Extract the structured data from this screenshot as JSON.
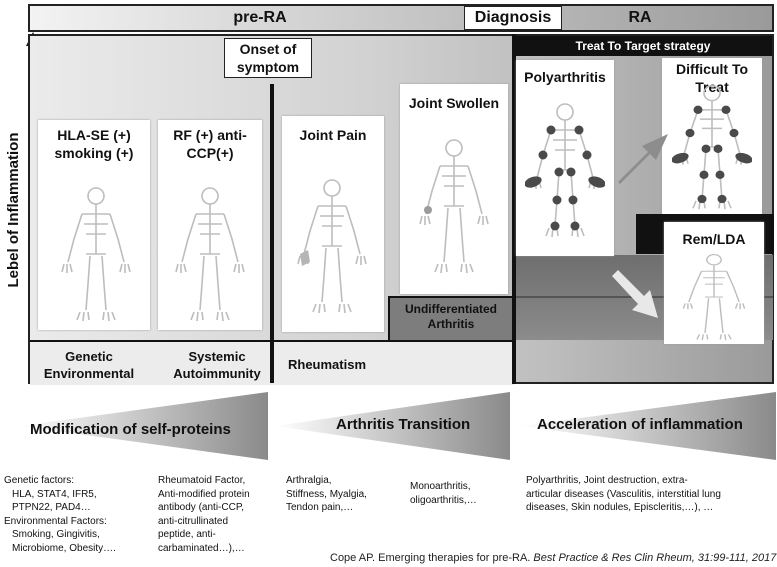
{
  "header": {
    "pre_ra": "pre-RA",
    "diagnosis": "Diagnosis",
    "ra": "RA"
  },
  "axis": {
    "ylabel": "Lebel of Inflammation"
  },
  "onset": "Onset of symptom",
  "treat_to_target": "Treat To Target strategy",
  "cards": {
    "genetic": "HLA-SE (+) smoking (+)",
    "rf": "RF (+) anti-CCP(+)",
    "joint_pain": "Joint Pain",
    "joint_swollen": "Joint Swollen",
    "polyarthritis": "Polyarthritis",
    "difficult": "Difficult To Treat",
    "rem_lda": "Rem/LDA"
  },
  "phases": {
    "genetic_env": "Genetic Environmental",
    "systemic": "Systemic Autoimmunity",
    "rheumatism": "Rheumatism",
    "undiff": "Undifferentiated Arthritis"
  },
  "wedges": {
    "modification": "Modification of self-proteins",
    "transition": "Arthritis Transition",
    "acceleration": "Acceleration of inflammation"
  },
  "notes": {
    "col1": [
      "Genetic factors:",
      "HLA, STAT4, IFR5,",
      "PTPN22, PAD4…",
      "Environmental Factors:",
      "Smoking, Gingivitis,",
      "Microbiome, Obesity…."
    ],
    "col2": [
      "Rheumatoid Factor,",
      "Anti-modified protein",
      "antibody (anti-CCP,",
      "anti-citrullinated",
      "peptide, anti-",
      "carbaminated…),…"
    ],
    "col3": [
      "Arthralgia,",
      "Stiffness, Myalgia,",
      "Tendon pain,…"
    ],
    "col4": [
      "Monoarthritis,",
      "oligoarthritis,…"
    ],
    "col5": [
      "Polyarthritis, Joint destruction, extra-",
      "articular  diseases (Vasculitis, interstitial lung",
      "diseases, Skin nodules, Episcleritis,…), …"
    ]
  },
  "citation": {
    "prefix": "Cope AP. Emerging therapies for pre-RA. ",
    "journal": "Best Practice & Res Clin Rheum, 31:99-111, 2017"
  }
}
